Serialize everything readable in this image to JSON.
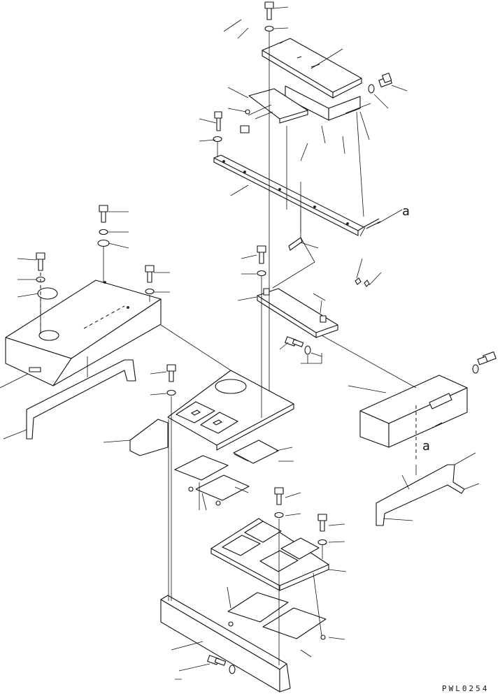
{
  "drawing": {
    "code": "PWL0254",
    "detail_marks": [
      "a",
      "a"
    ]
  }
}
